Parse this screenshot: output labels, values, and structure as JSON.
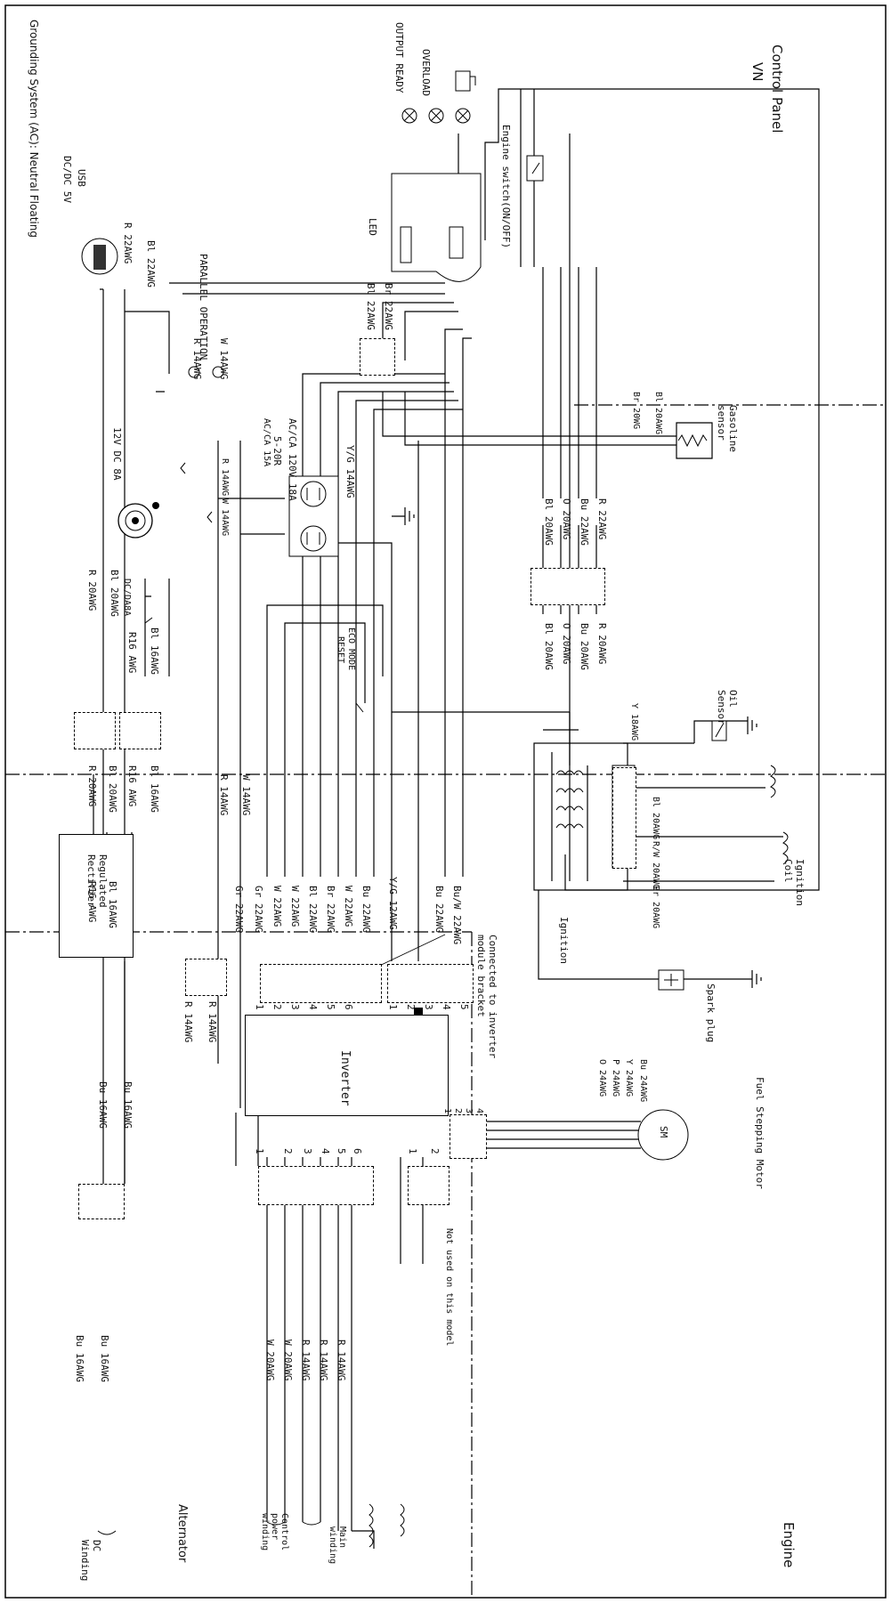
{
  "frame": {
    "ground_note": "Grounding System (AC): Neutral Floating",
    "control_panel": "Control Panel",
    "model": "VN",
    "engine": "Engine",
    "alternator": "Alternator"
  },
  "components": {
    "usb": "USB",
    "usb_spec": "DC/DC 5V",
    "dc_12v": "12V DC 8A",
    "dc_breaker": "DC/DA8A",
    "receptacle": "AC/CA 120V 18A",
    "receptacle_type": "5-20R",
    "ac_breaker": "AC/CA 15A",
    "parallel": "PARALLEL OPERATION",
    "eco": "ECO MODE",
    "reset": "RESET",
    "led": "LED",
    "output_ready": "OUTPUT READY",
    "overload": "OVERLOAD",
    "engine_switch": "Engine switch(ON/OFF)",
    "gasoline_sensor": "Gasoline sensor",
    "oil_sensor": "Oil Sensor",
    "ignition_coil": "Ignition Coil",
    "ignition": "Ignition",
    "spark_plug": "Spark plug",
    "stepping_motor": "Fuel Stepping Motor",
    "sm": "SM",
    "rectifier": "Regulated Rectifier",
    "inverter": "Inverter",
    "bracket_note": "Connected to inverter module bracket",
    "not_used": "Not used on this model",
    "dc_winding": "DC Winding",
    "control_winding": "Control power winding",
    "main_winding": "Main winding"
  },
  "wires": {
    "r22": "R 22AWG",
    "bl22": "Bl 22AWG",
    "br22": "Br 22AWG",
    "r14": "R 14AWG",
    "w14": "W 14AWG",
    "yg14": "Y/G 14AWG",
    "r20": "R 20AWG",
    "bl20": "Bl 20AWG",
    "r16": "R16 AWG",
    "bl16": "Bl 16AWG",
    "br20": "Br 20WG",
    "bl20b": "Bl 20AWG",
    "o20": "O 20AWG",
    "bu20": "Bu 20AWG",
    "bu22": "Bu 22AWG",
    "y18": "Y 18AWG",
    "bl20c": "Bl 20AWG",
    "rw20": "R/W 20AWG",
    "br20c": "Br 20AWG",
    "gr22": "Gr 22AWG",
    "w22": "W 22AWG",
    "yg12": "Y/G 12AWG",
    "buw22": "Bu/W 22AWG",
    "bu16": "Bu 16AWG",
    "bu24": "Bu 24AWG",
    "y24": "Y 24AWG",
    "p24": "P 24AWG",
    "o24": "O 24AWG",
    "w20": "W 20AWG"
  },
  "pins": {
    "inv_left": [
      "1",
      "2",
      "3",
      "4",
      "5",
      "6"
    ],
    "inv_right": [
      "1",
      "2",
      "3",
      "4",
      "5"
    ],
    "alt": [
      "1",
      "2",
      "3",
      "4",
      "5",
      "6"
    ],
    "nu": [
      "1",
      "2"
    ],
    "sm": [
      "1",
      "2",
      "3",
      "4"
    ]
  }
}
